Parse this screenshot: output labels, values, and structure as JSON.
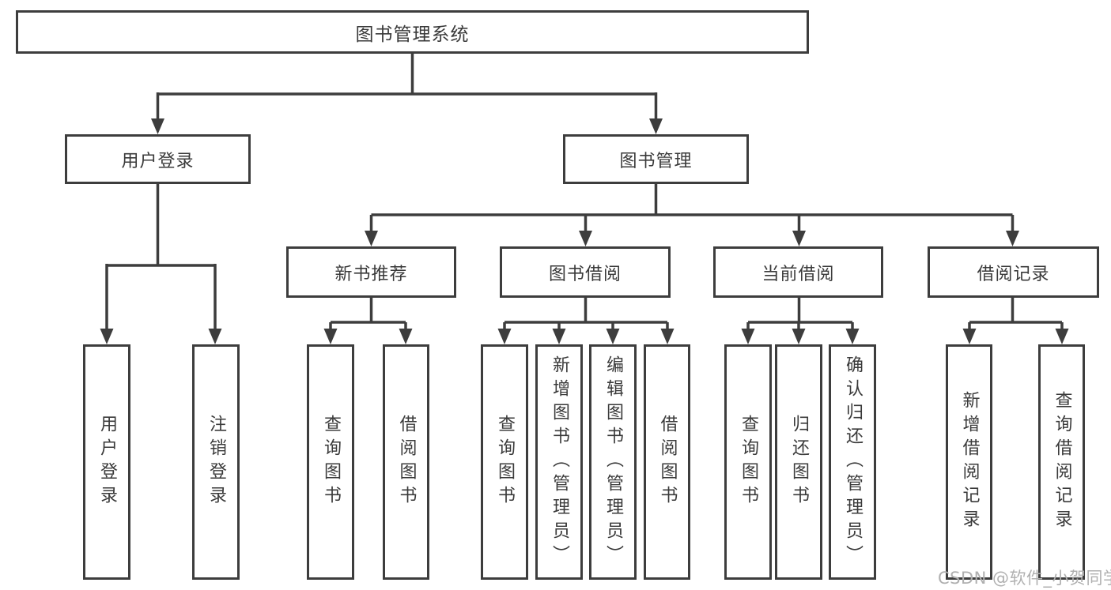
{
  "diagram_title": "图书管理系统",
  "tree": {
    "label": "图书管理系统",
    "children": [
      {
        "label": "用户登录",
        "children": [
          {
            "label": "用户登录"
          },
          {
            "label": "注销登录"
          }
        ]
      },
      {
        "label": "图书管理",
        "children": [
          {
            "label": "新书推荐",
            "children": [
              {
                "label": "查询图书"
              },
              {
                "label": "借阅图书"
              }
            ]
          },
          {
            "label": "图书借阅",
            "children": [
              {
                "label": "查询图书"
              },
              {
                "label": "新增图书（管理员）"
              },
              {
                "label": "编辑图书（管理员）"
              },
              {
                "label": "借阅图书"
              }
            ]
          },
          {
            "label": "当前借阅",
            "children": [
              {
                "label": "查询图书"
              },
              {
                "label": "归还图书"
              },
              {
                "label": "确认归还（管理员）"
              }
            ]
          },
          {
            "label": "借阅记录",
            "children": [
              {
                "label": "新增借阅记录"
              },
              {
                "label": "查询借阅记录"
              }
            ]
          }
        ]
      }
    ]
  },
  "watermark": {
    "text": "CSDN @软件_小贺同学"
  },
  "colors": {
    "line": "#3d3d3d",
    "text": "#3a3a3a",
    "watermark": "#b0b0b0",
    "background": "#ffffff"
  }
}
